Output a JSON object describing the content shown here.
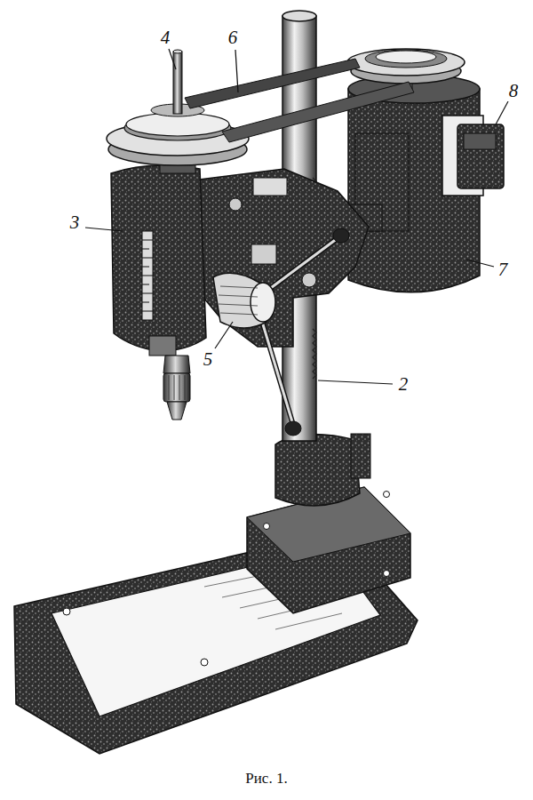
{
  "diagram": {
    "caption": "Рис. 1.",
    "labels": [
      "4",
      "6",
      "3",
      "8",
      "7",
      "5",
      "2"
    ]
  }
}
